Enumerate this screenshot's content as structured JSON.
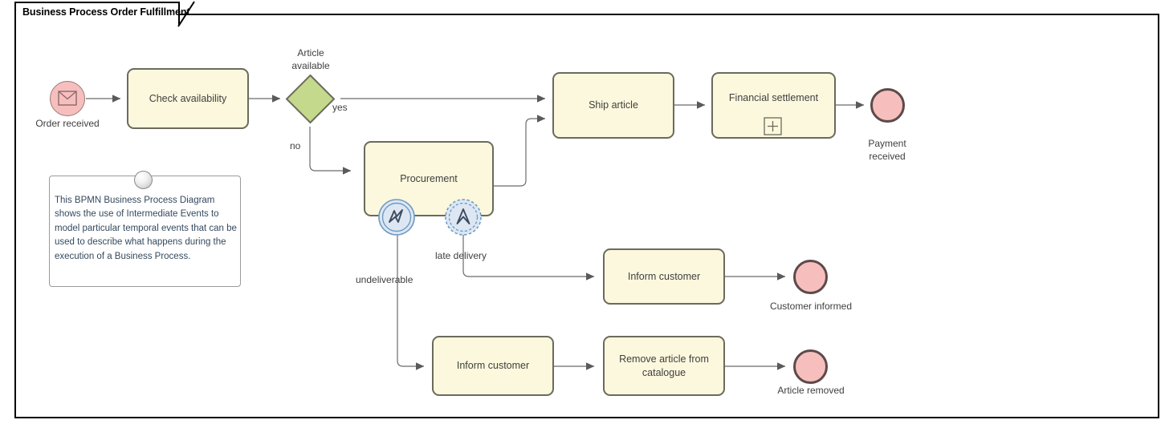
{
  "diagram": {
    "title": "Business Process Order Fulfillment",
    "type": "BPMN Business Process Diagram",
    "colors": {
      "task_fill": "#fcf8dd",
      "task_stroke": "#6b6a5c",
      "event_fill": "#f6bfbe",
      "gateway_fill": "#c4d98b",
      "gateway_stroke": "#6b6a5c",
      "boundary_fill": "#dde7f3",
      "boundary_stroke": "#6f9bc4",
      "connector": "#6b6b6b",
      "arrowhead": "#5a5a5a",
      "pool_border": "#000000",
      "text": "#3f3f3f"
    }
  },
  "annotation": {
    "text": "This BPMN Business Process Diagram shows the use of Intermediate Events to model particular temporal events that can be used to describe what happens during the execution of a Business Process.",
    "handle_icon": "sphere-handle-icon"
  },
  "events": {
    "start": {
      "label": "Order received",
      "icon": "envelope-message-icon",
      "kind": "message-start-event"
    },
    "end_payment": {
      "label": "Payment\nreceived",
      "kind": "end-event"
    },
    "end_customer_informed": {
      "label": "Customer informed",
      "kind": "end-event"
    },
    "end_article_removed": {
      "label": "Article removed",
      "kind": "end-event"
    }
  },
  "boundary_events": {
    "undeliverable": {
      "label": "undeliverable",
      "icon": "error-bolt-icon",
      "kind": "error-boundary-event",
      "border_style": "solid"
    },
    "late_delivery": {
      "label": "late delivery",
      "icon": "escalation-arrow-icon",
      "kind": "escalation-boundary-event",
      "border_style": "dashed"
    }
  },
  "gateway": {
    "label": "Article\navailable",
    "kind": "exclusive-gateway",
    "outgoing": [
      {
        "label": "yes"
      },
      {
        "label": "no"
      }
    ]
  },
  "tasks": [
    {
      "id": "check_availability",
      "label": "Check availability",
      "marker": null
    },
    {
      "id": "procurement",
      "label": "Procurement",
      "marker": null
    },
    {
      "id": "ship_article",
      "label": "Ship article",
      "marker": null
    },
    {
      "id": "financial_settlement",
      "label": "Financial settlement",
      "marker": "collapsed-subprocess-plus"
    },
    {
      "id": "inform_customer_late",
      "label": "Inform customer",
      "marker": null
    },
    {
      "id": "inform_customer_undeliverable",
      "label": "Inform customer",
      "marker": null
    },
    {
      "id": "remove_article",
      "label": "Remove article from catalogue",
      "marker": null
    }
  ]
}
